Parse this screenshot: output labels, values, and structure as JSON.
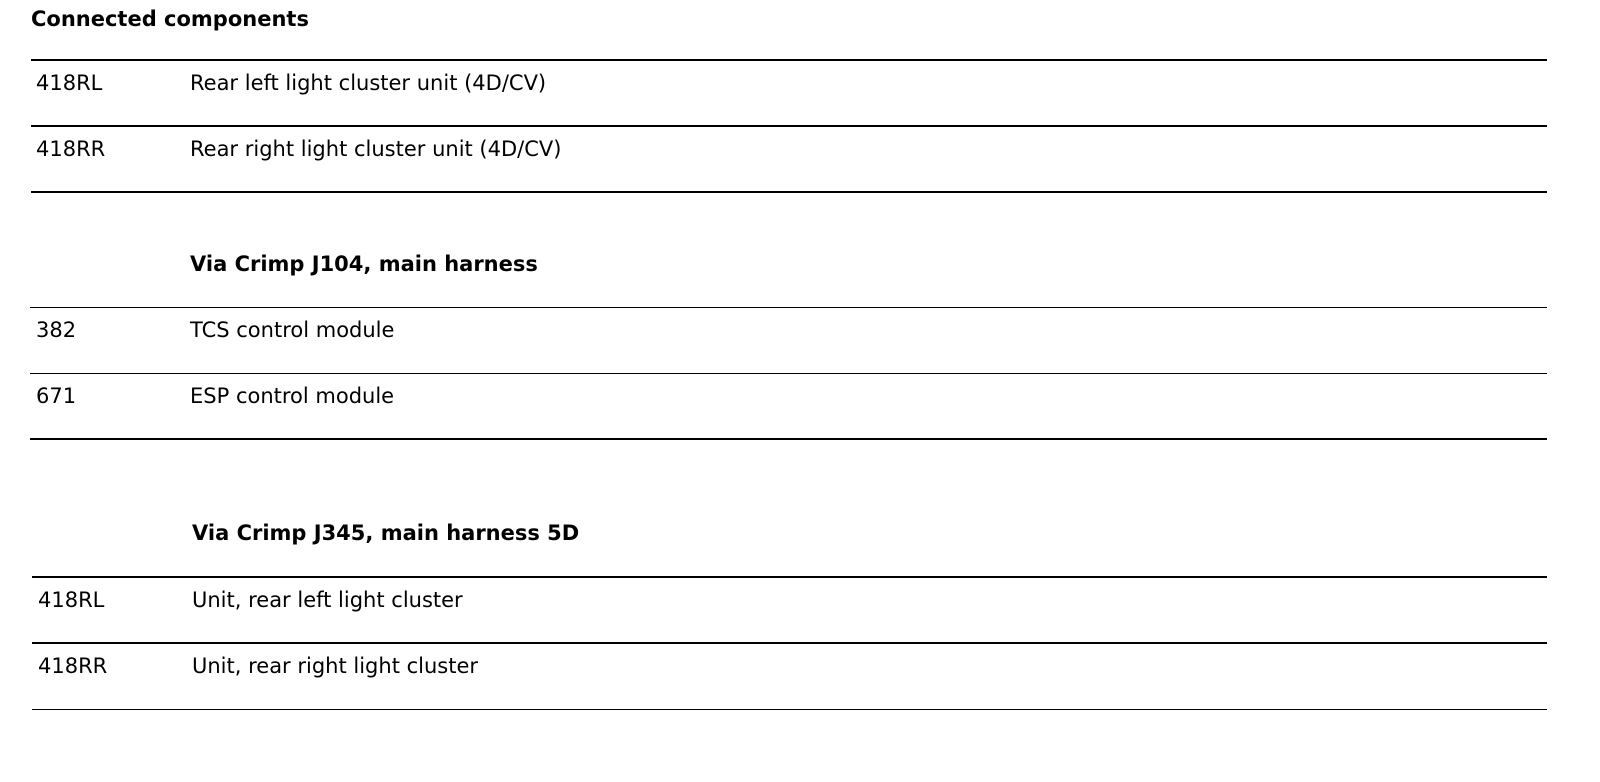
{
  "title": "Connected components",
  "group1": {
    "rows": [
      {
        "code": "418RL",
        "description": "Rear left light cluster unit (4D/CV)"
      },
      {
        "code": "418RR",
        "description": "Rear right light cluster unit (4D/CV)"
      }
    ]
  },
  "group2": {
    "heading": "Via Crimp J104, main harness",
    "rows": [
      {
        "code": "382",
        "description": "TCS control module"
      },
      {
        "code": "671",
        "description": "ESP control module"
      }
    ]
  },
  "group3": {
    "heading": "Via Crimp J345, main harness 5D",
    "rows": [
      {
        "code": "418RL",
        "description": "Unit, rear left light cluster"
      },
      {
        "code": "418RR",
        "description": "Unit, rear right light cluster"
      }
    ]
  }
}
